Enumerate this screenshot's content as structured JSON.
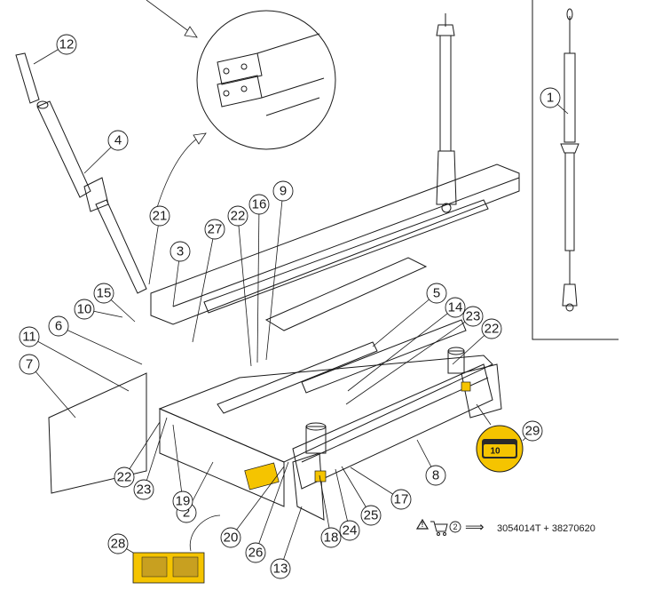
{
  "colors": {
    "line": "#1a1a1a",
    "label_yellow": "#f5c400",
    "label_dark": "#2a2a2a"
  },
  "callouts": [
    {
      "id": "1",
      "text": "1"
    },
    {
      "id": "2",
      "text": "2"
    },
    {
      "id": "3",
      "text": "3"
    },
    {
      "id": "4",
      "text": "4"
    },
    {
      "id": "5",
      "text": "5"
    },
    {
      "id": "6",
      "text": "6"
    },
    {
      "id": "7",
      "text": "7"
    },
    {
      "id": "8",
      "text": "8"
    },
    {
      "id": "9",
      "text": "9"
    },
    {
      "id": "10",
      "text": "10"
    },
    {
      "id": "11",
      "text": "11"
    },
    {
      "id": "12",
      "text": "12"
    },
    {
      "id": "13",
      "text": "13"
    },
    {
      "id": "14",
      "text": "14"
    },
    {
      "id": "15",
      "text": "15"
    },
    {
      "id": "16",
      "text": "16"
    },
    {
      "id": "17",
      "text": "17"
    },
    {
      "id": "18",
      "text": "18"
    },
    {
      "id": "19",
      "text": "19"
    },
    {
      "id": "20",
      "text": "20"
    },
    {
      "id": "21",
      "text": "21"
    },
    {
      "id": "22a",
      "text": "22"
    },
    {
      "id": "22b",
      "text": "22"
    },
    {
      "id": "22c",
      "text": "22"
    },
    {
      "id": "23a",
      "text": "23"
    },
    {
      "id": "23b",
      "text": "23"
    },
    {
      "id": "24",
      "text": "24"
    },
    {
      "id": "25",
      "text": "25"
    },
    {
      "id": "26",
      "text": "26"
    },
    {
      "id": "27",
      "text": "27"
    },
    {
      "id": "28",
      "text": "28"
    },
    {
      "id": "29",
      "text": "29"
    }
  ],
  "torque_label": {
    "text": "10"
  },
  "footer": {
    "kit_number": "2",
    "arrow_glyph": "⟹",
    "part_numbers": "3054014T + 38270620"
  }
}
